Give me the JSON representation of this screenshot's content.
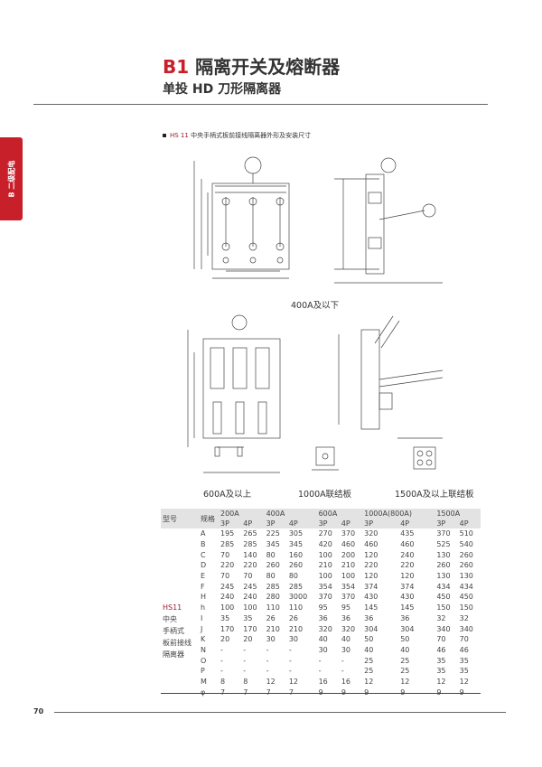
{
  "header": {
    "code": "B1",
    "title": "隔离开关及熔断器",
    "subtitle": "单投 HD 刀形隔离器"
  },
  "side_tab": "B 二级配电",
  "caption": {
    "prefix": "HS 11",
    "text": "中央手柄式板前接线隔离器外形及安装尺寸"
  },
  "figure_labels": {
    "fig1": "400A及以下",
    "fig2": "600A及以上",
    "fig3": "1000A联结板",
    "fig4": "1500A及以上联结板"
  },
  "table": {
    "col_model": "型号",
    "col_spec": "规格",
    "ratings": [
      "200A",
      "400A",
      "600A",
      "1000A(800A)",
      "1500A"
    ],
    "poles": [
      "3P",
      "4P",
      "3P",
      "4P",
      "3P",
      "4P",
      "3P",
      "4P",
      "3P",
      "4P"
    ],
    "model_name": [
      "HS11",
      "中央",
      "手柄式",
      "板前接线",
      "隔离器"
    ],
    "rows": [
      {
        "k": "A",
        "v": [
          "195",
          "265",
          "225",
          "305",
          "270",
          "370",
          "320",
          "435",
          "370",
          "510"
        ]
      },
      {
        "k": "B",
        "v": [
          "285",
          "285",
          "345",
          "345",
          "420",
          "460",
          "460",
          "460",
          "525",
          "540"
        ]
      },
      {
        "k": "C",
        "v": [
          "70",
          "140",
          "80",
          "160",
          "100",
          "200",
          "120",
          "240",
          "130",
          "260"
        ]
      },
      {
        "k": "D",
        "v": [
          "220",
          "220",
          "260",
          "260",
          "210",
          "210",
          "220",
          "220",
          "260",
          "260"
        ]
      },
      {
        "k": "E",
        "v": [
          "70",
          "70",
          "80",
          "80",
          "100",
          "100",
          "120",
          "120",
          "130",
          "130"
        ]
      },
      {
        "k": "F",
        "v": [
          "245",
          "245",
          "285",
          "285",
          "354",
          "354",
          "374",
          "374",
          "434",
          "434"
        ]
      },
      {
        "k": "H",
        "v": [
          "240",
          "240",
          "280",
          "3000",
          "370",
          "370",
          "430",
          "430",
          "450",
          "450"
        ]
      },
      {
        "k": "h",
        "v": [
          "100",
          "100",
          "110",
          "110",
          "95",
          "95",
          "145",
          "145",
          "150",
          "150"
        ]
      },
      {
        "k": "I",
        "v": [
          "35",
          "35",
          "26",
          "26",
          "36",
          "36",
          "36",
          "36",
          "32",
          "32"
        ]
      },
      {
        "k": "J",
        "v": [
          "170",
          "170",
          "210",
          "210",
          "320",
          "320",
          "304",
          "304",
          "340",
          "340"
        ]
      },
      {
        "k": "K",
        "v": [
          "20",
          "20",
          "30",
          "30",
          "40",
          "40",
          "50",
          "50",
          "70",
          "70"
        ]
      },
      {
        "k": "N",
        "v": [
          "-",
          "-",
          "-",
          "-",
          "30",
          "30",
          "40",
          "40",
          "46",
          "46"
        ]
      },
      {
        "k": "O",
        "v": [
          "-",
          "-",
          "-",
          "-",
          "-",
          "-",
          "25",
          "25",
          "35",
          "35"
        ]
      },
      {
        "k": "P",
        "v": [
          "-",
          "-",
          "-",
          "-",
          "-",
          "-",
          "25",
          "25",
          "35",
          "35"
        ]
      },
      {
        "k": "M",
        "v": [
          "8",
          "8",
          "12",
          "12",
          "16",
          "16",
          "12",
          "12",
          "12",
          "12"
        ]
      },
      {
        "k": "φ",
        "v": [
          "7",
          "7",
          "7",
          "7",
          "9",
          "9",
          "9",
          "9",
          "9",
          "9"
        ]
      }
    ]
  },
  "page_number": "70"
}
